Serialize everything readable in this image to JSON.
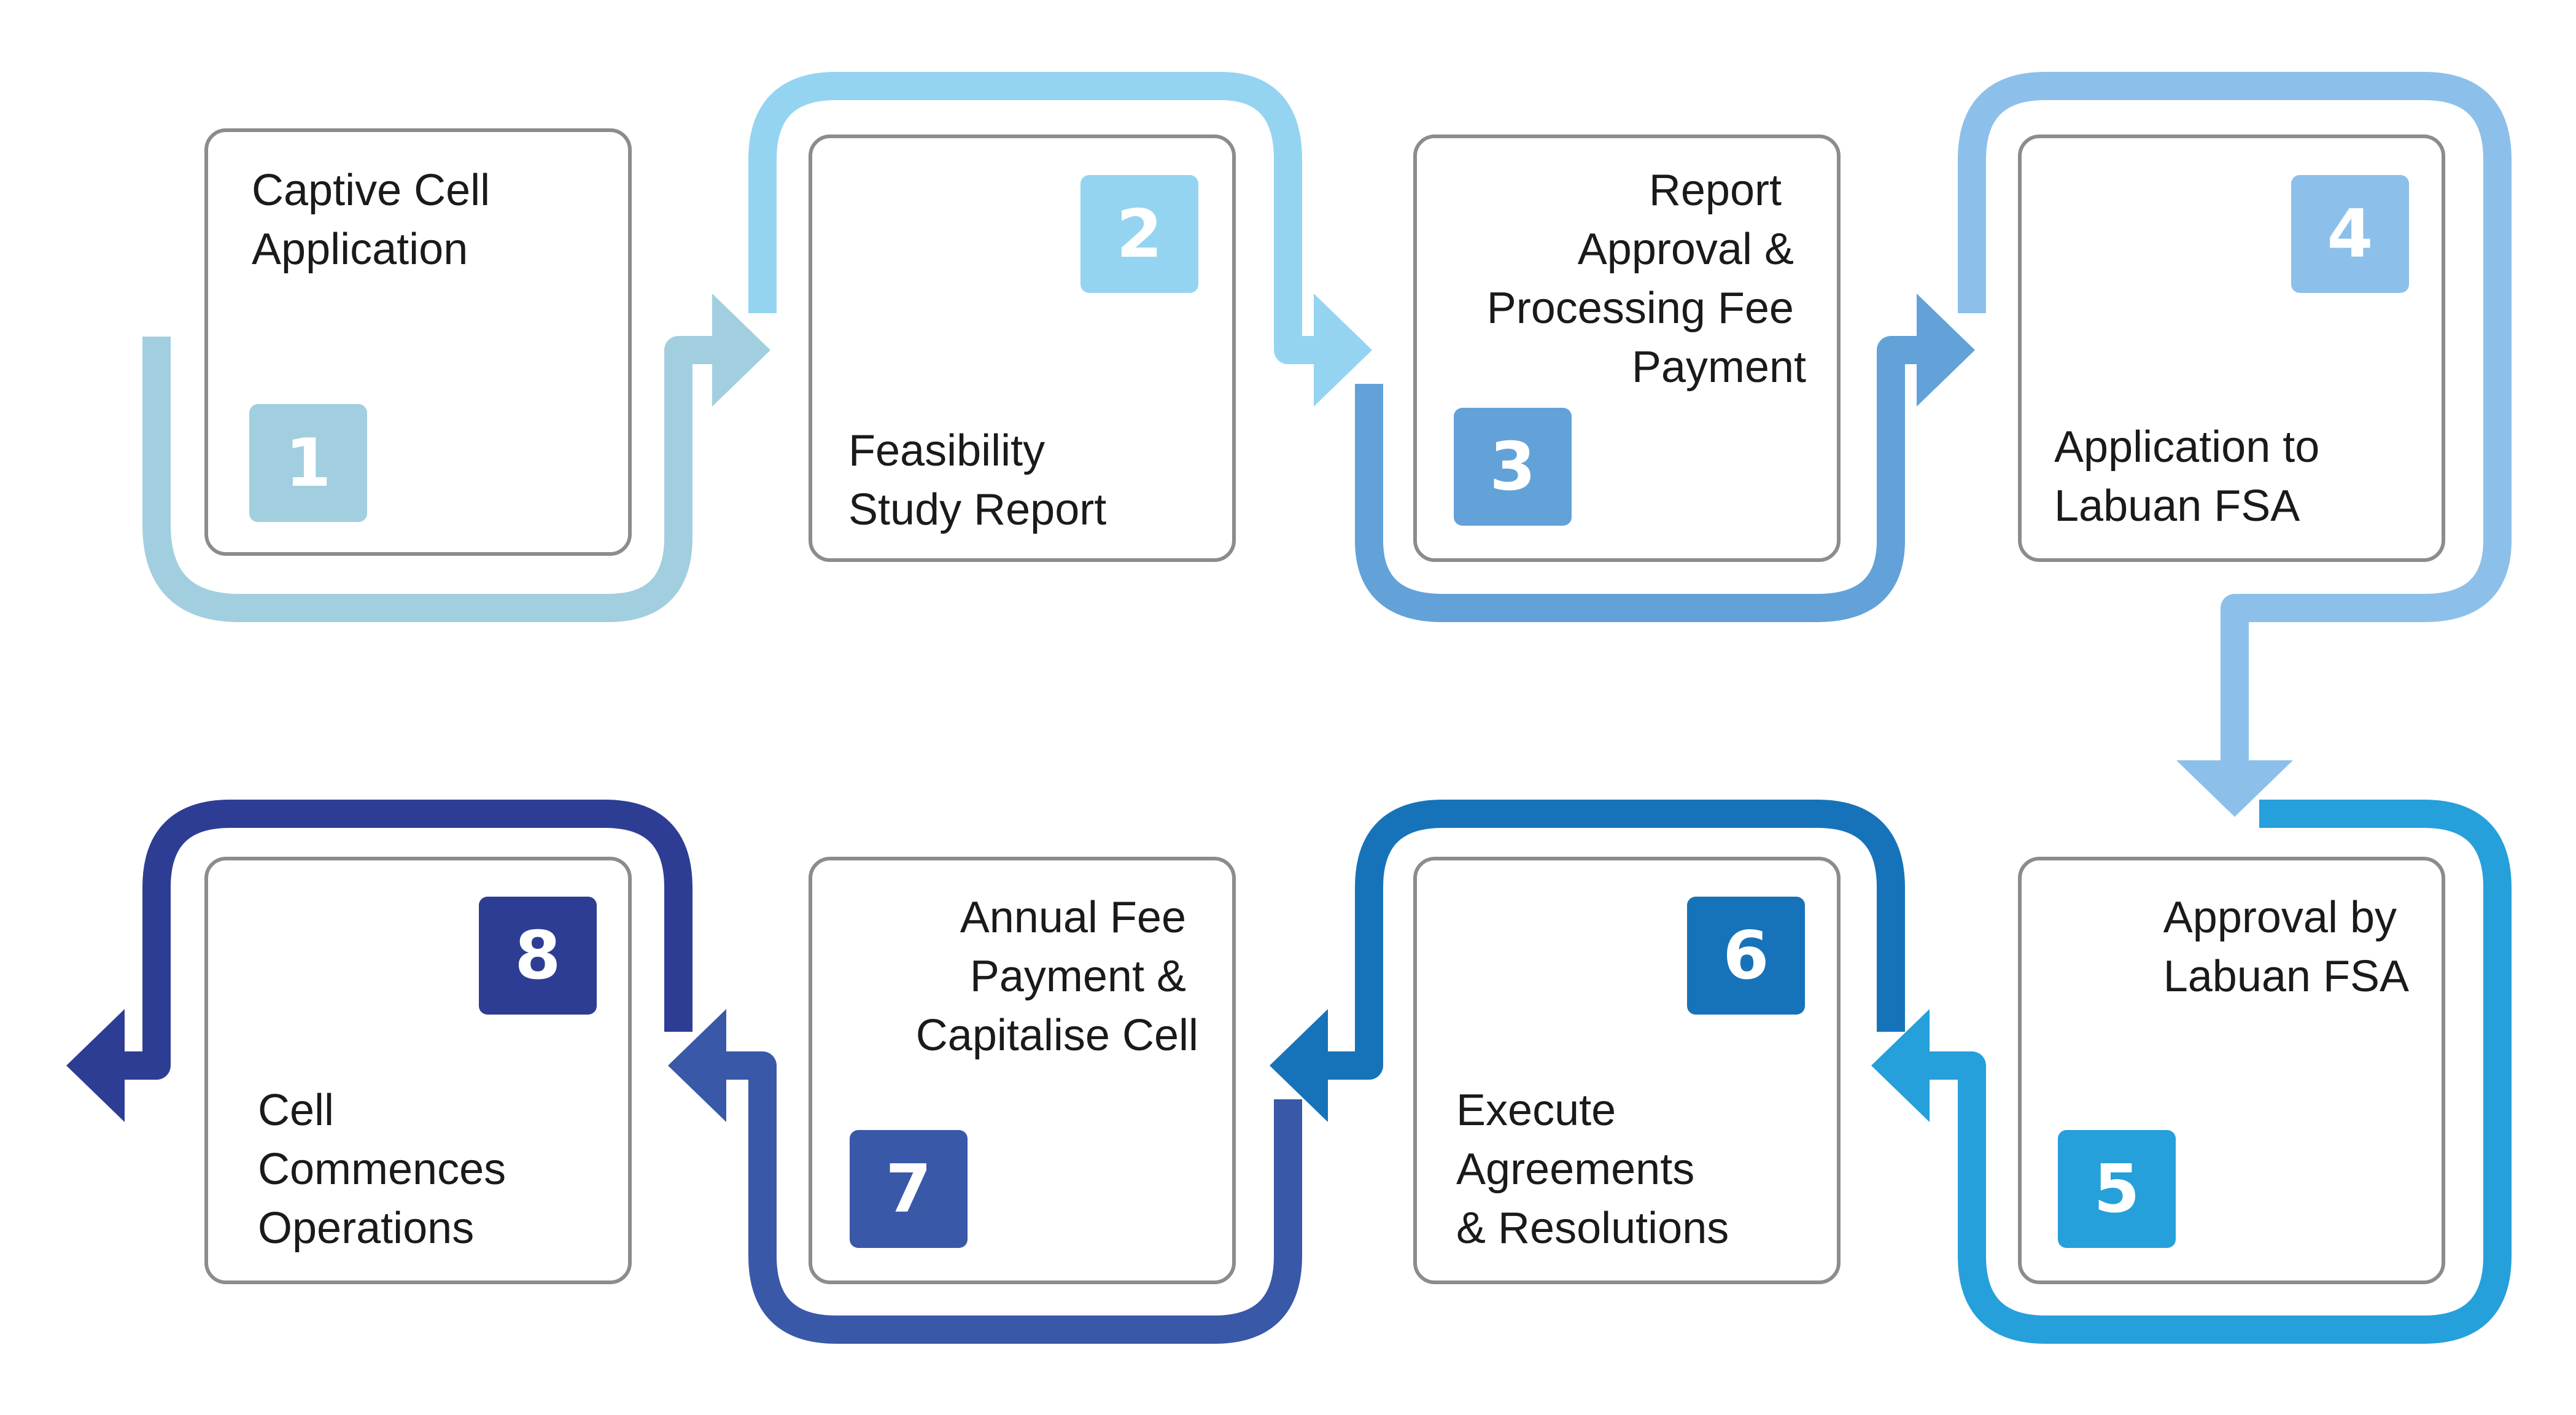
{
  "steps": [
    {
      "number": "1",
      "lines": [
        "Captive Cell",
        "Application"
      ],
      "color": "#a2cfdf"
    },
    {
      "number": "2",
      "lines": [
        "Feasibility",
        "Study Report"
      ],
      "color": "#95d4f1"
    },
    {
      "number": "3",
      "lines": [
        "Report",
        "Approval &",
        "Processing Fee",
        "Payment"
      ],
      "color": "#62a2d8"
    },
    {
      "number": "4",
      "lines": [
        "Application to",
        "Labuan FSA"
      ],
      "color": "#8cc0ea"
    },
    {
      "number": "5",
      "lines": [
        "Approval by",
        "Labuan FSA"
      ],
      "color": "#25a0db"
    },
    {
      "number": "6",
      "lines": [
        "Execute",
        "Agreements",
        "& Resolutions"
      ],
      "color": "#1673b9"
    },
    {
      "number": "7",
      "lines": [
        "Annual Fee",
        "Payment &",
        "Capitalise Cell"
      ],
      "color": "#3a58a8"
    },
    {
      "number": "8",
      "lines": [
        "Cell",
        "Commences",
        "Operations"
      ],
      "color": "#2e3d94"
    }
  ]
}
